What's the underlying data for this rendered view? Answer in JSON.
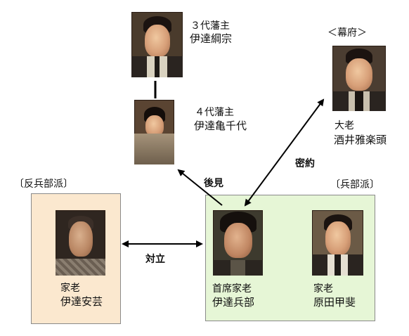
{
  "groups": {
    "anti_hyobu": "〔反兵部派〕",
    "hyobu": "〔兵部派〕",
    "bakufu": "＜幕府＞"
  },
  "people": {
    "tsunamune": {
      "role": "３代藩主",
      "name": "伊達綱宗"
    },
    "kamechiyo": {
      "role": "４代藩主",
      "name": "伊達亀千代"
    },
    "sakai": {
      "role": "大老",
      "name": "酒井雅楽頭"
    },
    "aki": {
      "role": "家老",
      "name": "伊達安芸"
    },
    "hyobu": {
      "role": "首席家老",
      "name": "伊達兵部"
    },
    "harada": {
      "role": "家老",
      "name": "原田甲斐"
    }
  },
  "relations": {
    "guardian": "後見",
    "secret_pact": "密約",
    "conflict": "対立"
  },
  "colors": {
    "anti_box": "#fbe8cf",
    "hyobu_box": "#e6f6d6",
    "arrow": "#000000"
  }
}
